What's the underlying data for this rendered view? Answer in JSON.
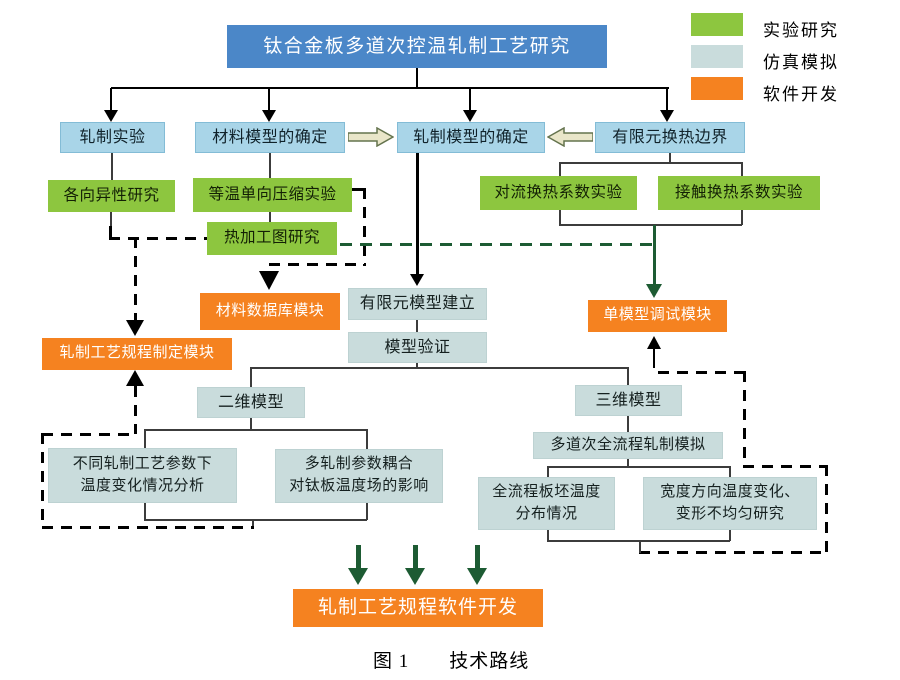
{
  "title": "钛合金板多道次控温轧制工艺研究",
  "legend": {
    "items": [
      {
        "label": "实验研究",
        "color": "#8dc63f",
        "meaning": "experimental-research"
      },
      {
        "label": "仿真模拟",
        "color": "#c9dcdc",
        "meaning": "simulation"
      },
      {
        "label": "软件开发",
        "color": "#f58220",
        "meaning": "software-development"
      }
    ]
  },
  "boxes": {
    "rolling_experiment": "轧制实验",
    "material_model": "材料模型的确定",
    "rolling_model": "轧制模型的确定",
    "fe_heat_boundary": "有限元换热边界",
    "anisotropy": "各向异性研究",
    "isothermal_compression": "等温单向压缩实验",
    "hot_processing_map": "热加工图研究",
    "convective_experiment": "对流换热系数实验",
    "contact_experiment": "接触换热系数实验",
    "material_database_module": "材料数据库模块",
    "fe_model_setup": "有限元模型建立",
    "model_validation": "模型验证",
    "single_model_debug_module": "单模型调试模块",
    "rolling_schedule_module": "轧制工艺规程制定模块",
    "model_2d": "二维模型",
    "model_3d": "三维模型",
    "multipass_simulation": "多道次全流程轧制模拟",
    "param_temperature_analysis": "不同轧制工艺参数下\n温度变化情况分析",
    "coupling_influence": "多轧制参数耦合\n对钛板温度场的影响",
    "slab_temperature": "全流程板坯温度\n分布情况",
    "width_direction": "宽度方向温度变化、\n变形不均匀研究",
    "software_development": "轧制工艺规程软件开发"
  },
  "caption": "图 1　　技术路线",
  "colors": {
    "topic_blue": "#4b87c8",
    "flow_light_blue": "#a9d5e8",
    "experiment_green": "#8dc63f",
    "simulation_pale": "#c9dcdc",
    "software_orange": "#f58220",
    "dark_green_line": "#1d5b33",
    "block_arrow_fill": "#e9e6c9"
  }
}
